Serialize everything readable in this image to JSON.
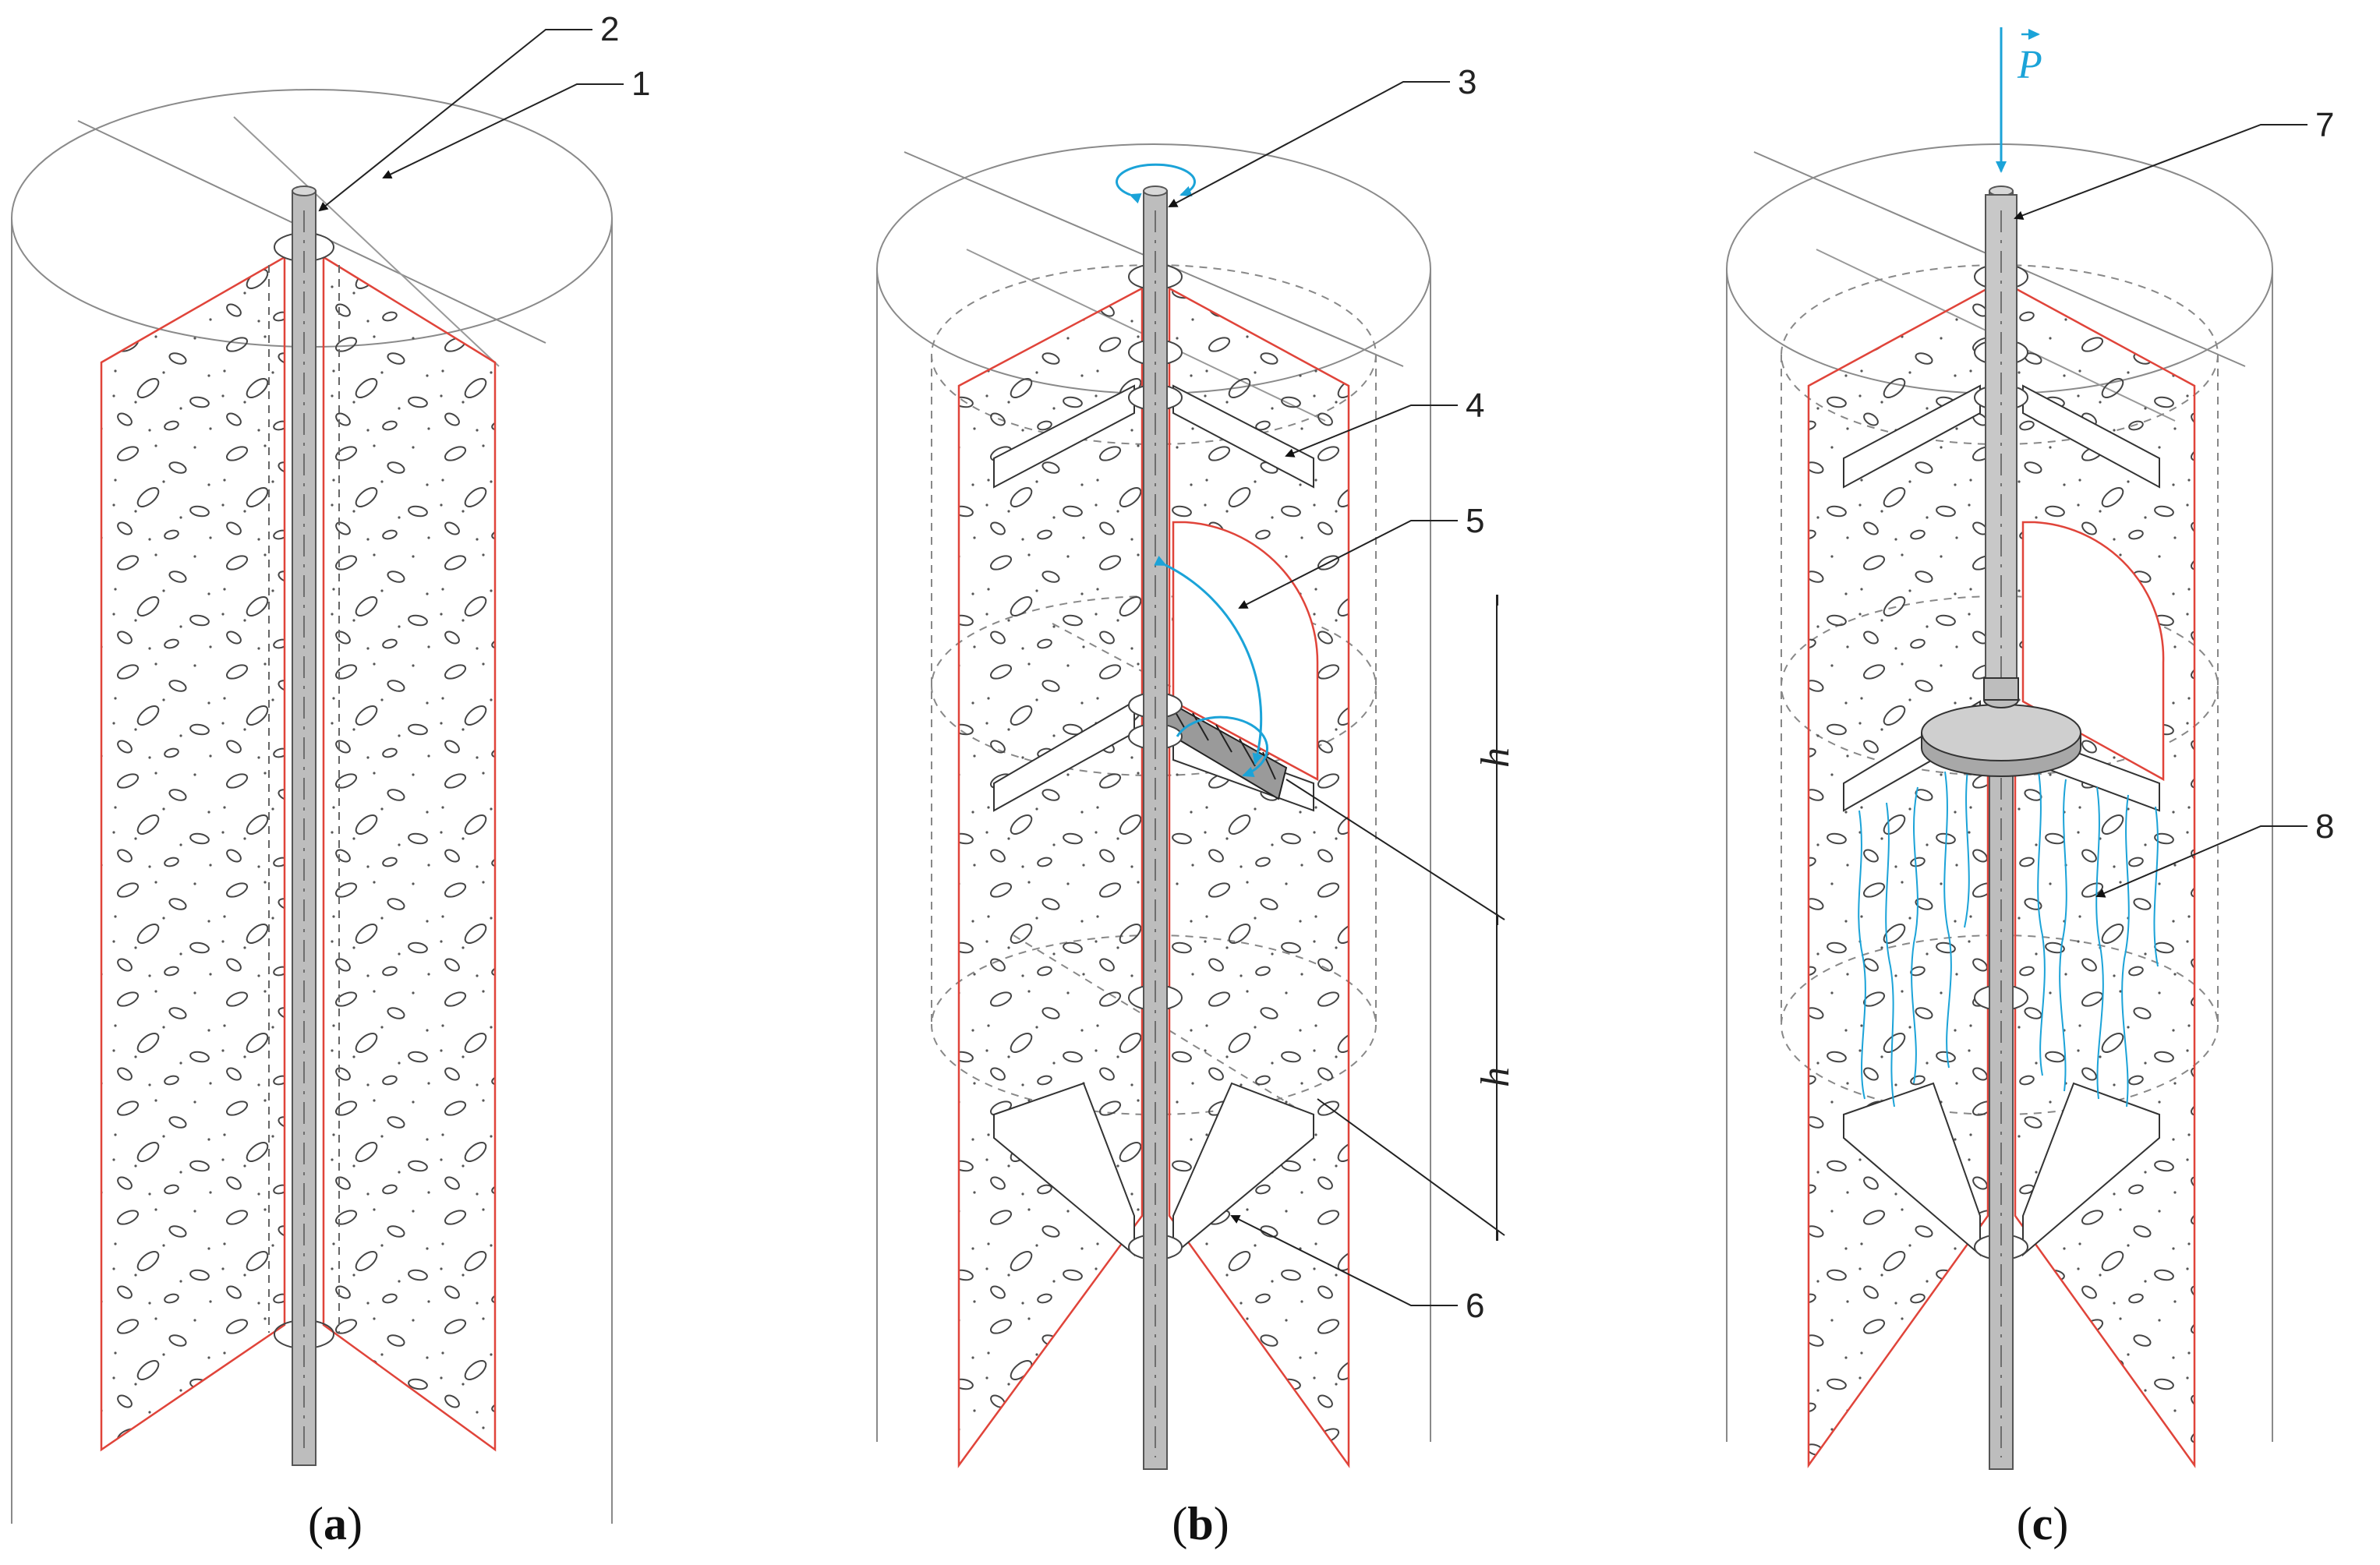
{
  "colors": {
    "section_edge": "#e0443a",
    "outline": "#888888",
    "rod": "#bdbdbd",
    "rod_edge": "#555555",
    "water": "#1ba3d8",
    "aggregate": "#444444"
  },
  "panels": [
    {
      "caption": {
        "open": "(",
        "letter": "a",
        "close": ")"
      },
      "callouts": [
        "2",
        "1"
      ]
    },
    {
      "caption": {
        "open": "(",
        "letter": "b",
        "close": ")"
      },
      "callouts": [
        "3",
        "4",
        "5",
        "6"
      ],
      "dimension_labels": [
        "h",
        "h"
      ]
    },
    {
      "caption": {
        "open": "(",
        "letter": "c",
        "close": ")"
      },
      "callouts": [
        "7",
        "8"
      ],
      "force_label": "P"
    }
  ]
}
